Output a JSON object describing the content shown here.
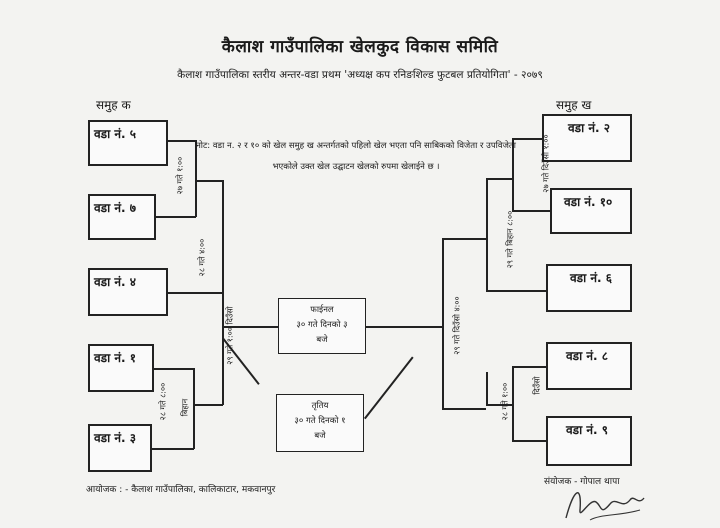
{
  "title": "कैलाश गाउँपालिका खेलकुद विकास समिति",
  "subtitle": "कैलाश गाउँपालिका स्तरीय अन्तर-वडा प्रथम 'अध्यक्ष कप रनिङशिल्ड फुटबल प्रतियोगिता' - २०७९",
  "group_a_label": "समुह क",
  "group_b_label": "समुह ख",
  "note": "नोट: वडा न. २ र १० को खेल समुह ख अन्तर्गतको पहिलो खेल भएता पनि साबिकको विजेता र उपविजेता भएकोले उक्त खेल उद्घाटन खेलको रुपमा खेलाईने छ ।",
  "left_wards": [
    "वडा नं. ५",
    "वडा नं. ७",
    "वडा नं. ४",
    "वडा नं. १",
    "वडा नं. ३"
  ],
  "right_wards": [
    "वडा नं. २",
    "वडा नं. १०",
    "वडा नं. ६",
    "वडा नं. ८",
    "वडा नं. ९"
  ],
  "left_schedule": {
    "m1": "२७ गते १:००",
    "m2": "२८ गते ४:००",
    "semi": "२९ गते १:०० दिउँसो",
    "m3a": "२८ गते ८:००",
    "m3b": "बिहान"
  },
  "right_schedule": {
    "m1a": "२७ गते दिउँसो १:००",
    "m2": "२९ गते बिहान ८:००",
    "semi": "२९ गते दिउँसो ४:००",
    "m3a": "२८ गते १:००",
    "m3b": "दिउँसो"
  },
  "final": {
    "line1": "फाईनल",
    "line2": "३० गते दिनको ३",
    "line3": "बजे"
  },
  "third": {
    "line1": "तृतिय",
    "line2": "३० गते दिनको १",
    "line3": "बजे"
  },
  "organizer": "आयोजक : - कैलाश गाउँपालिका, कालिकाटार, मकवानपुर",
  "coordinator": "संयोजक - गोपाल थापा"
}
